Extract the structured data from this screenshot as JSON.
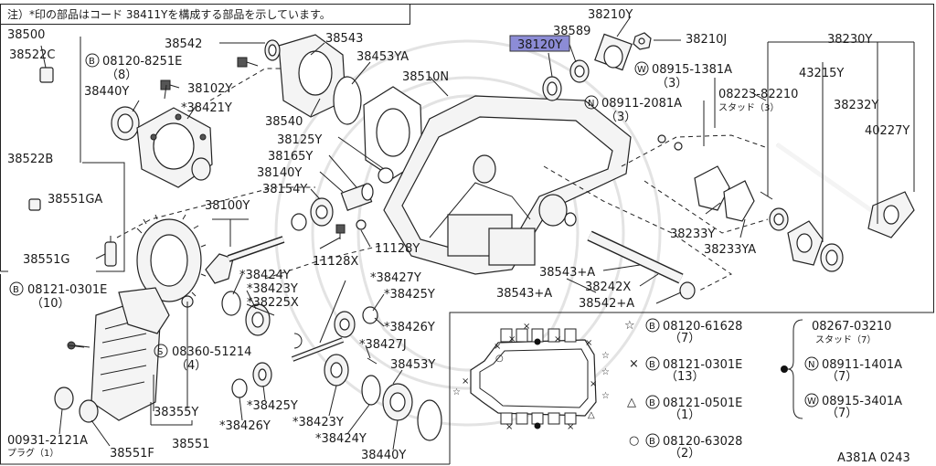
{
  "note": "注）*印の部品はコード 38411Yを構成する部品を示しています。",
  "diagram_code": "A381A 0243",
  "labels": {
    "p38500": "38500",
    "p38522C": "38522C",
    "b08120_8251E": "08120-8251E",
    "q8": "（8）",
    "p38440Y_a": "38440Y",
    "p38542": "38542",
    "p38543": "38543",
    "p38453YA": "38453YA",
    "p38510N": "38510N",
    "p38589": "38589",
    "p38210Y": "38210Y",
    "p38120Y": "38120Y",
    "p38210J": "38210J",
    "p38230Y": "38230Y",
    "p38102Y": "38102Y",
    "p38421Y": "*38421Y",
    "p38540": "38540",
    "w08915_1381A": "08915-1381A",
    "q3a": "（3）",
    "p43215Y": "43215Y",
    "p08223_82210": "08223-82210",
    "stud3": "スタッド（3）",
    "p38232Y": "38232Y",
    "n08911_2081A": "08911-2081A",
    "q3b": "（3）",
    "p38125Y": "38125Y",
    "p40227Y": "40227Y",
    "p38522B": "38522B",
    "p38165Y": "38165Y",
    "p38140Y": "38140Y",
    "p38551GA": "38551GA",
    "p38154Y": "38154Y",
    "p38100Y": "38100Y",
    "p38233Y": "38233Y",
    "p38233YA": "38233YA",
    "p11128Y": "11128Y",
    "p11128X": "11128X",
    "p38551G": "38551G",
    "p38543A_a": "38543+A",
    "p38242X": "38242X",
    "p38424Y_a": "*38424Y",
    "p38427Y": "*38427Y",
    "p38543A_b": "38543+A",
    "b08121_0301E_a": "08121-0301E",
    "q10": "（10）",
    "p38423Y_a": "*38423Y",
    "p38225X": "*38225X",
    "p38425Y_a": "*38425Y",
    "p38542A": "38542+A",
    "p38426Y_a": "*38426Y",
    "s08360_51214": "08360-51214",
    "q4": "（4）",
    "p38427J": "*38427J",
    "p38453Y": "38453Y",
    "p38425Y_b": "*38425Y",
    "p38355Y": "38355Y",
    "p38426Y_b": "*38426Y",
    "p38423Y_b": "*38423Y",
    "p00931_2121A": "00931-2121A",
    "plug1": "プラグ（1）",
    "p38551": "38551",
    "p38424Y_b": "*38424Y",
    "p38551F": "38551F",
    "p38440Y_b": "38440Y"
  },
  "legend": {
    "star_part": "08120-61628",
    "star_qty": "（7）",
    "cross_part": "08121-0301E",
    "cross_qty": "（13）",
    "tri_part": "08121-0501E",
    "tri_qty": "（1）",
    "circ_part": "08120-63028",
    "circ_qty": "（2）",
    "dot_stud": "08267-03210",
    "dot_stud_note": "スタッド（7）",
    "dot_n": "08911-1401A",
    "dot_n_qty": "（7）",
    "dot_w": "08915-3401A",
    "dot_w_qty": "（7）"
  },
  "colors": {
    "highlight": "#8c8cd6",
    "ink": "#1a1a1a"
  }
}
